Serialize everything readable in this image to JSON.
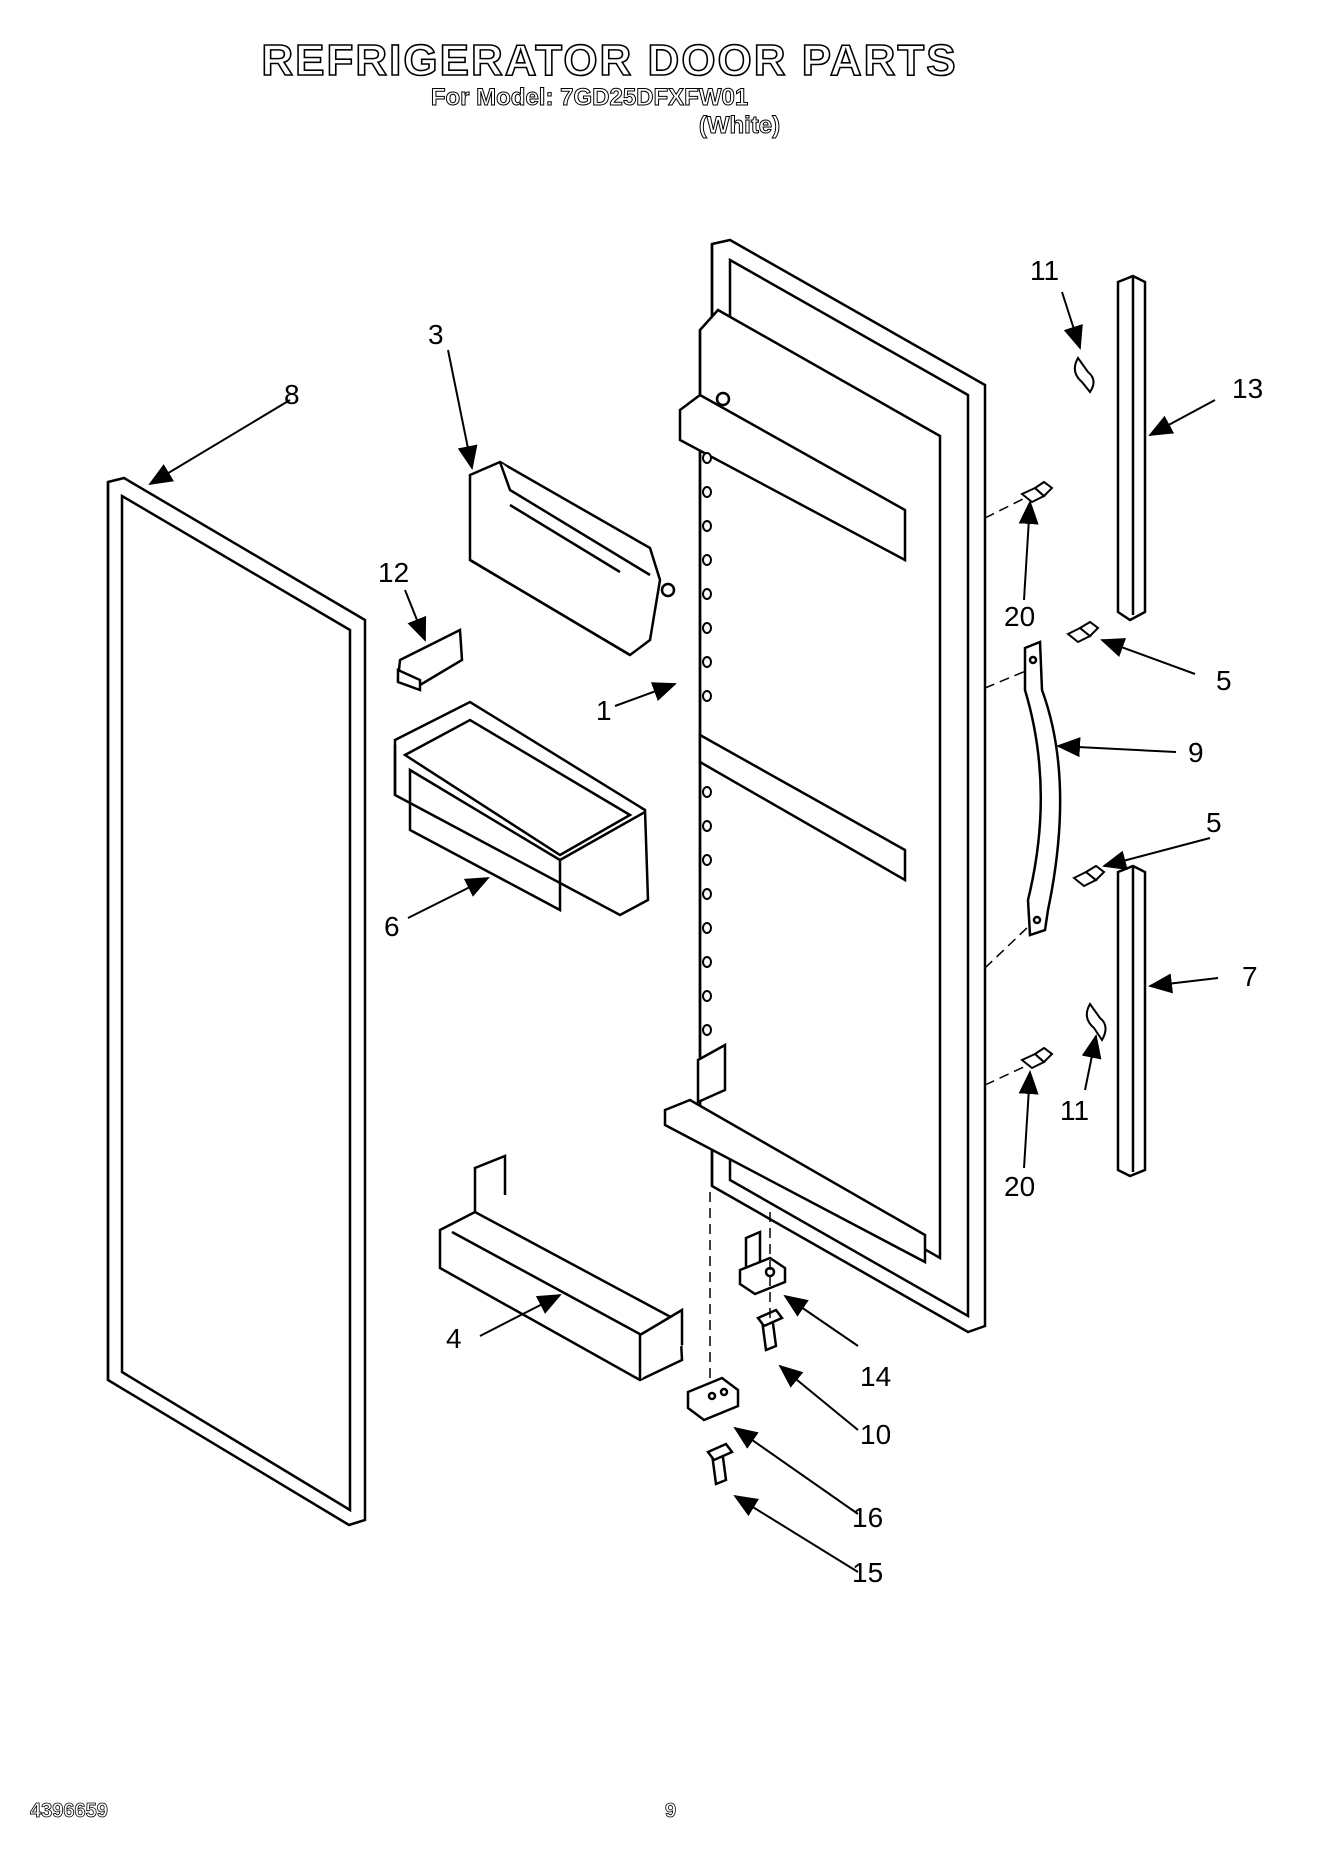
{
  "header": {
    "title": "REFRIGERATOR DOOR PARTS",
    "model_line": "For Model: 7GD25DFXFW01",
    "color_line": "(White)"
  },
  "callouts": [
    "1",
    "3",
    "4",
    "5",
    "5",
    "6",
    "7",
    "8",
    "9",
    "10",
    "11",
    "11",
    "12",
    "13",
    "14",
    "15",
    "16",
    "20",
    "20"
  ],
  "footer": {
    "doc_number": "4396659",
    "page_number": "9"
  }
}
